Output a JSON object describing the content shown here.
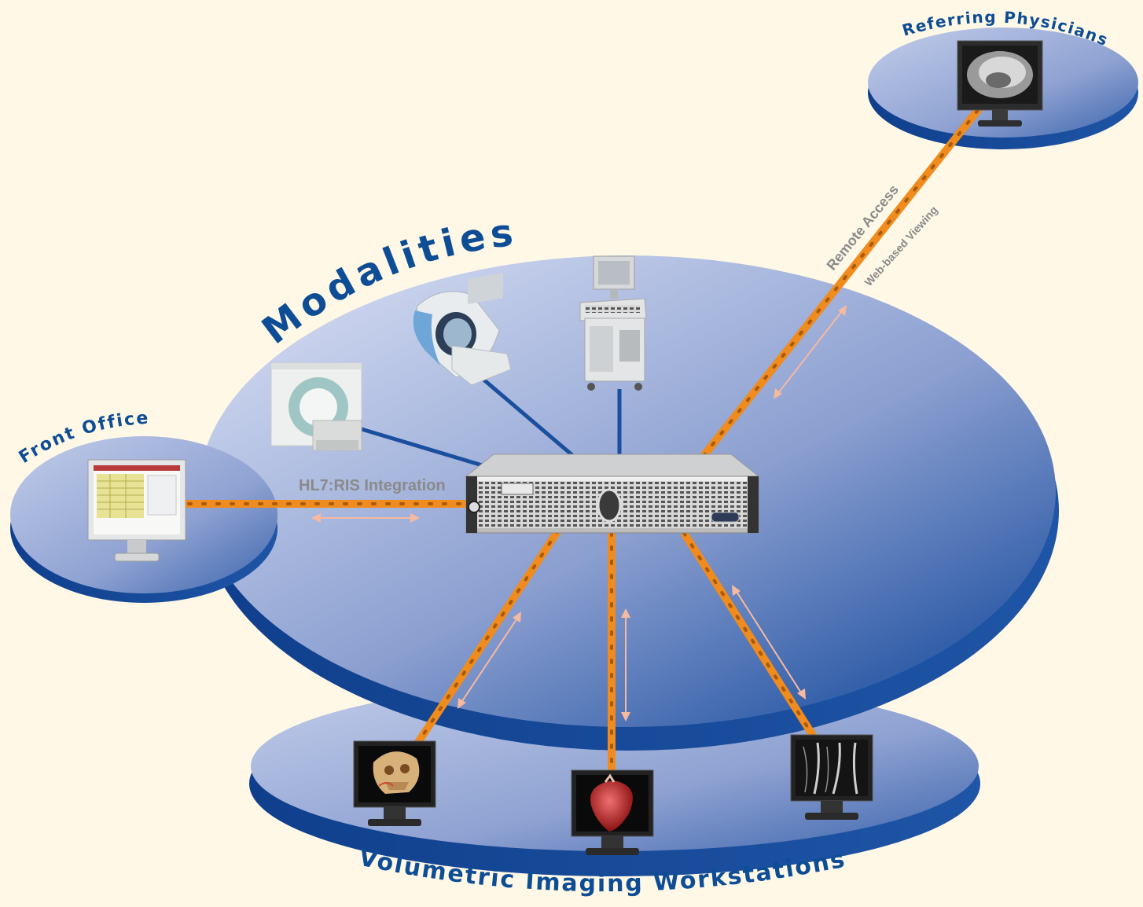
{
  "labels": {
    "modalities": "Modalities",
    "front_office": "Front Office",
    "referring_physicians": "Referring Physicians",
    "volumetric_workstations": "Volumetric Imaging Workstations",
    "hl7_ris": "HL7:RIS Integration",
    "remote_access": "Remote Access",
    "web_viewing": "Web-based Viewing"
  },
  "colors": {
    "background": "#fff8e6",
    "disc_light": "#b4c2e2",
    "disc_dark": "#1c4e9c",
    "connection_orange": "#f08c1e",
    "connection_blue": "#1a4f9e",
    "label_blue": "#0d4d95",
    "arrow_pink": "#f7b9a0"
  }
}
